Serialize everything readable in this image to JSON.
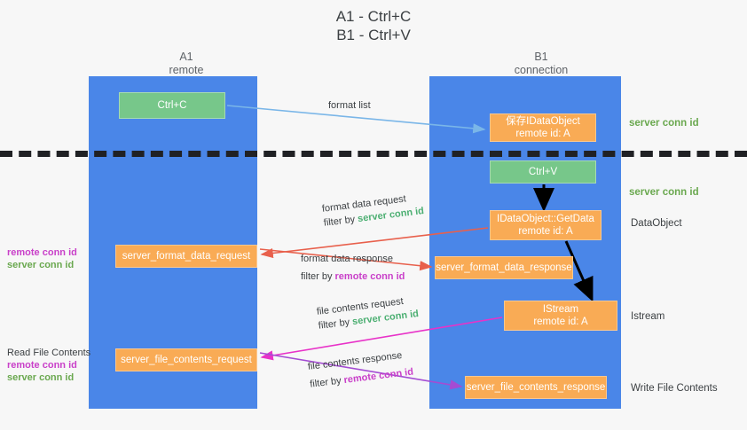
{
  "title": {
    "line1": "A1 - Ctrl+C",
    "line2": "B1 - Ctrl+V"
  },
  "columns": [
    {
      "name": "A1",
      "sub": "remote"
    },
    {
      "name": "B1",
      "sub": "connection"
    }
  ],
  "nodes": {
    "ctrl_c": {
      "label": "Ctrl+C",
      "sub": "",
      "color": "#77c78a"
    },
    "save_idataobject": {
      "label": "保存IDataObject",
      "sub": "remote id: A",
      "color": "#f9ab55"
    },
    "ctrl_v": {
      "label": "Ctrl+V",
      "sub": "",
      "color": "#77c78a"
    },
    "getdata": {
      "label": "IDataObject::GetData",
      "sub": "remote id: A",
      "color": "#f9ab55"
    },
    "istream": {
      "label": "IStream",
      "sub": "remote id: A",
      "color": "#f9ab55"
    },
    "server_format_data_request": {
      "label": "server_format_data_request",
      "color": "#f9ab55"
    },
    "server_format_data_response": {
      "label": "server_format_data_response",
      "color": "#f9ab55"
    },
    "server_file_contents_request": {
      "label": "server_file_contents_request",
      "color": "#f9ab55"
    },
    "server_file_contents_response": {
      "label": "server_file_contents_response",
      "color": "#f9ab55"
    }
  },
  "edge_labels": {
    "format_list": "format list",
    "format_data_request": {
      "line1": "format data request",
      "filter_prefix": "filter by ",
      "filter_value": "server conn id"
    },
    "format_data_response": {
      "line1": "format data response",
      "filter_prefix": "filter by ",
      "filter_value": "remote conn id"
    },
    "file_contents_request": {
      "line1": "file contents request",
      "filter_prefix": "filter by ",
      "filter_value": "server conn id"
    },
    "file_contents_response": {
      "line1": "file contents response",
      "filter_prefix": "filter by ",
      "filter_value": "remote conn id"
    }
  },
  "left_notes": [
    {
      "title": "",
      "id1": "remote conn id",
      "id2": "server conn id"
    },
    {
      "title": "Read File Contents",
      "id1": "remote conn id",
      "id2": "server conn id"
    }
  ],
  "right_notes": [
    {
      "text": "server conn id",
      "style": "green"
    },
    {
      "text": "server conn id",
      "style": "green"
    },
    {
      "text": "DataObject",
      "style": "plain"
    },
    {
      "text": "Istream",
      "style": "plain"
    },
    {
      "text": "Write File Contents",
      "style": "plain"
    }
  ],
  "colors": {
    "lane": "#4a86e8",
    "green_node": "#77c78a",
    "orange_node": "#f9ab55",
    "separator": "#202124",
    "arrow_blue": "#7ab6e8",
    "arrow_red": "#e8604c",
    "arrow_magenta": "#e832c8",
    "arrow_purple": "#a44cd3",
    "arrow_black": "#000000",
    "id_green": "#6aa84f",
    "id_purple": "#c940c9",
    "background": "#f7f7f7"
  }
}
